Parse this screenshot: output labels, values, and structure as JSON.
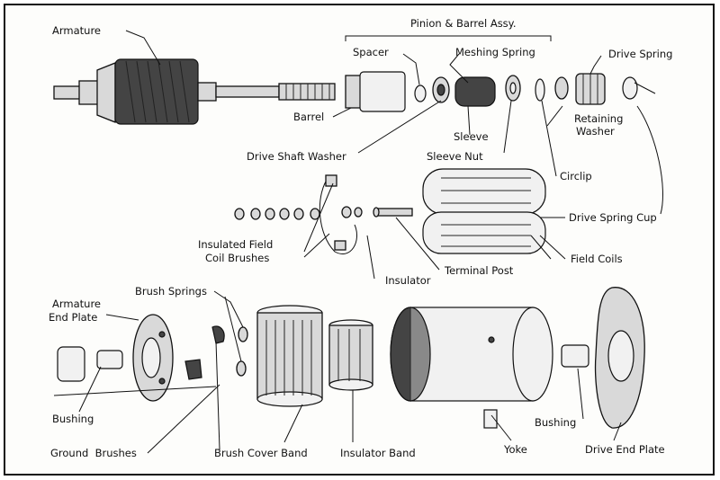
{
  "labels": {
    "pinion_barrel_assy": "Pinion & Barrel Assy.",
    "armature": "Armature",
    "spacer": "Spacer",
    "meshing_spring": "Meshing Spring",
    "drive_spring": "Drive Spring",
    "barrel": "Barrel",
    "retaining_washer_1": "Retaining",
    "retaining_washer_2": "Washer",
    "drive_shaft_washer": "Drive Shaft Washer",
    "sleeve": "Sleeve",
    "sleeve_nut": "Sleeve Nut",
    "circlip": "Circlip",
    "drive_spring_cup": "Drive Spring Cup",
    "insulated_field_coil_brushes_1": "Insulated Field",
    "insulated_field_coil_brushes_2": "Coil Brushes",
    "field_coils": "Field Coils",
    "insulator": "Insulator",
    "terminal_post": "Terminal Post",
    "brush_springs": "Brush Springs",
    "armature_end_plate_1": "Armature",
    "armature_end_plate_2": "End Plate",
    "bushing_left": "Bushing",
    "bushing_right": "Bushing",
    "ground_brushes": "Ground  Brushes",
    "brush_cover_band": "Brush Cover Band",
    "insulator_band": "Insulator Band",
    "yoke": "Yoke",
    "drive_end_plate": "Drive End Plate"
  }
}
